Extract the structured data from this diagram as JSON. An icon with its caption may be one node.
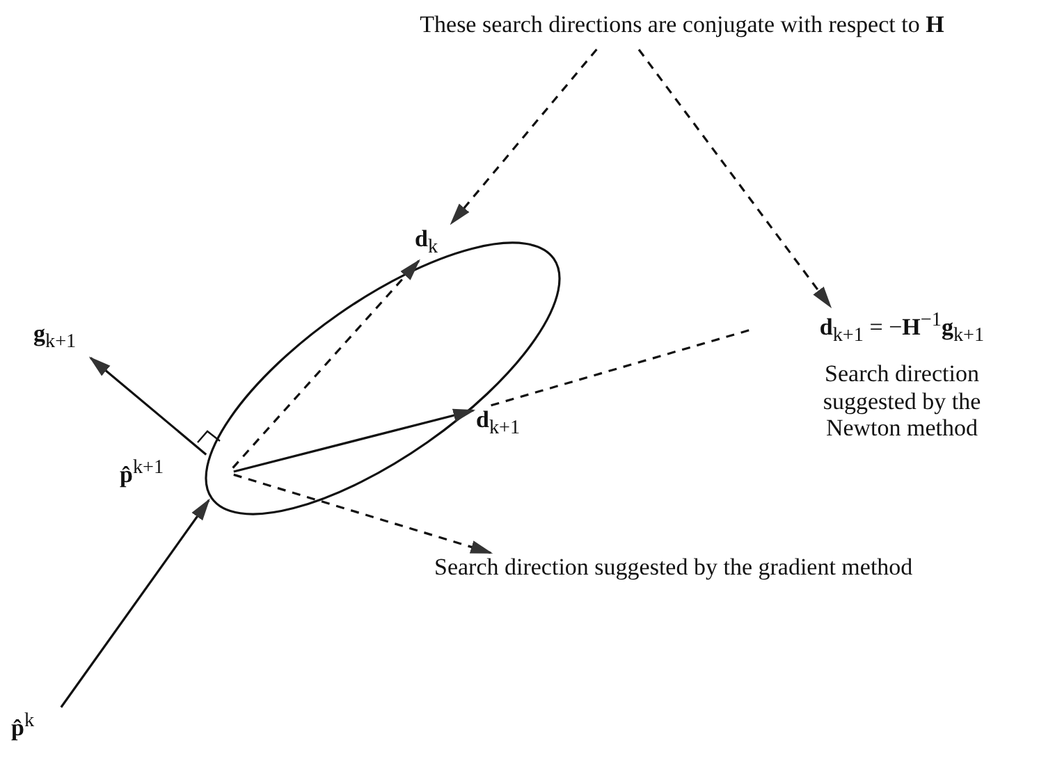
{
  "diagram": {
    "nodes": [
      {
        "text": [
          "These search directions are conjugate with respect to **H**"
        ]
      },
      {
        "text": [
          "**d**$_{k}$"
        ]
      },
      {
        "text": [
          "**d**$_{k+1}$ = −**H**$^{−1}$**g**$_{k+1}$",
          "Search direction suggested by the Newton method"
        ]
      },
      {
        "text": [
          "**g**$_{k+1}$"
        ]
      },
      {
        "text": [
          "**p̂**$^{k+1}$"
        ]
      },
      {
        "text": [
          "**d**$_{k+1}$"
        ]
      },
      {
        "text": [
          "**p̂**$^{k}$"
        ]
      },
      {
        "text": [
          "Search direction suggested by the gradient method"
        ]
      }
    ],
    "edges": [
      {
        "from": 0,
        "to": 1,
        "arrow": "to",
        "style": "dashed"
      },
      {
        "from": 0,
        "to": 2,
        "arrow": "to",
        "style": "dashed"
      },
      {
        "from": 6,
        "to": 4,
        "arrow": "to"
      },
      {
        "from": 4,
        "to": 3,
        "arrow": "to"
      },
      {
        "from": 4,
        "to": 5,
        "arrow": "to"
      },
      {
        "from": 4,
        "to": 1,
        "arrow": "to",
        "style": "dashed"
      },
      {
        "from": 4,
        "to": 7,
        "arrow": "to",
        "style": "dashed"
      },
      {
        "from": 5,
        "to": 2,
        "arrow": "none",
        "style": "dashed"
      }
    ]
  }
}
